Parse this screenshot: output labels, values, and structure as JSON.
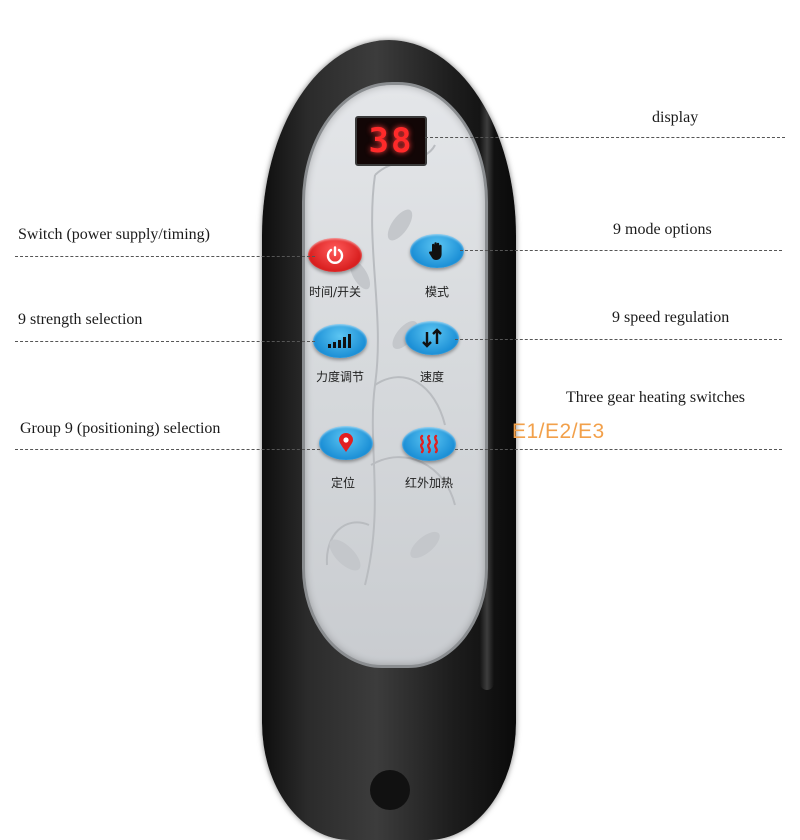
{
  "labels": {
    "display": "display",
    "switch": "Switch (power supply/timing)",
    "mode": "9 mode options",
    "strength": "9 strength selection",
    "speed": "9 speed regulation",
    "heating": "Three gear heating switches",
    "group": "Group 9 (positioning) selection",
    "gears": "E1/E2/E3"
  },
  "display_value": "38",
  "buttons": {
    "power_caption": "时间/开关",
    "mode_caption": "模式",
    "strength_caption": "力度调节",
    "speed_caption": "速度",
    "position_caption": "定位",
    "heat_caption": "红外加热"
  },
  "colors": {
    "accent_orange": "#f2a04a",
    "button_blue": "#1b8fd6",
    "button_red": "#d81e1e",
    "led_red": "#ff2a2a"
  },
  "icons": [
    "power-icon",
    "hand-icon",
    "signal-bars-icon",
    "up-down-arrows-icon",
    "location-pin-icon",
    "heat-waves-icon"
  ]
}
